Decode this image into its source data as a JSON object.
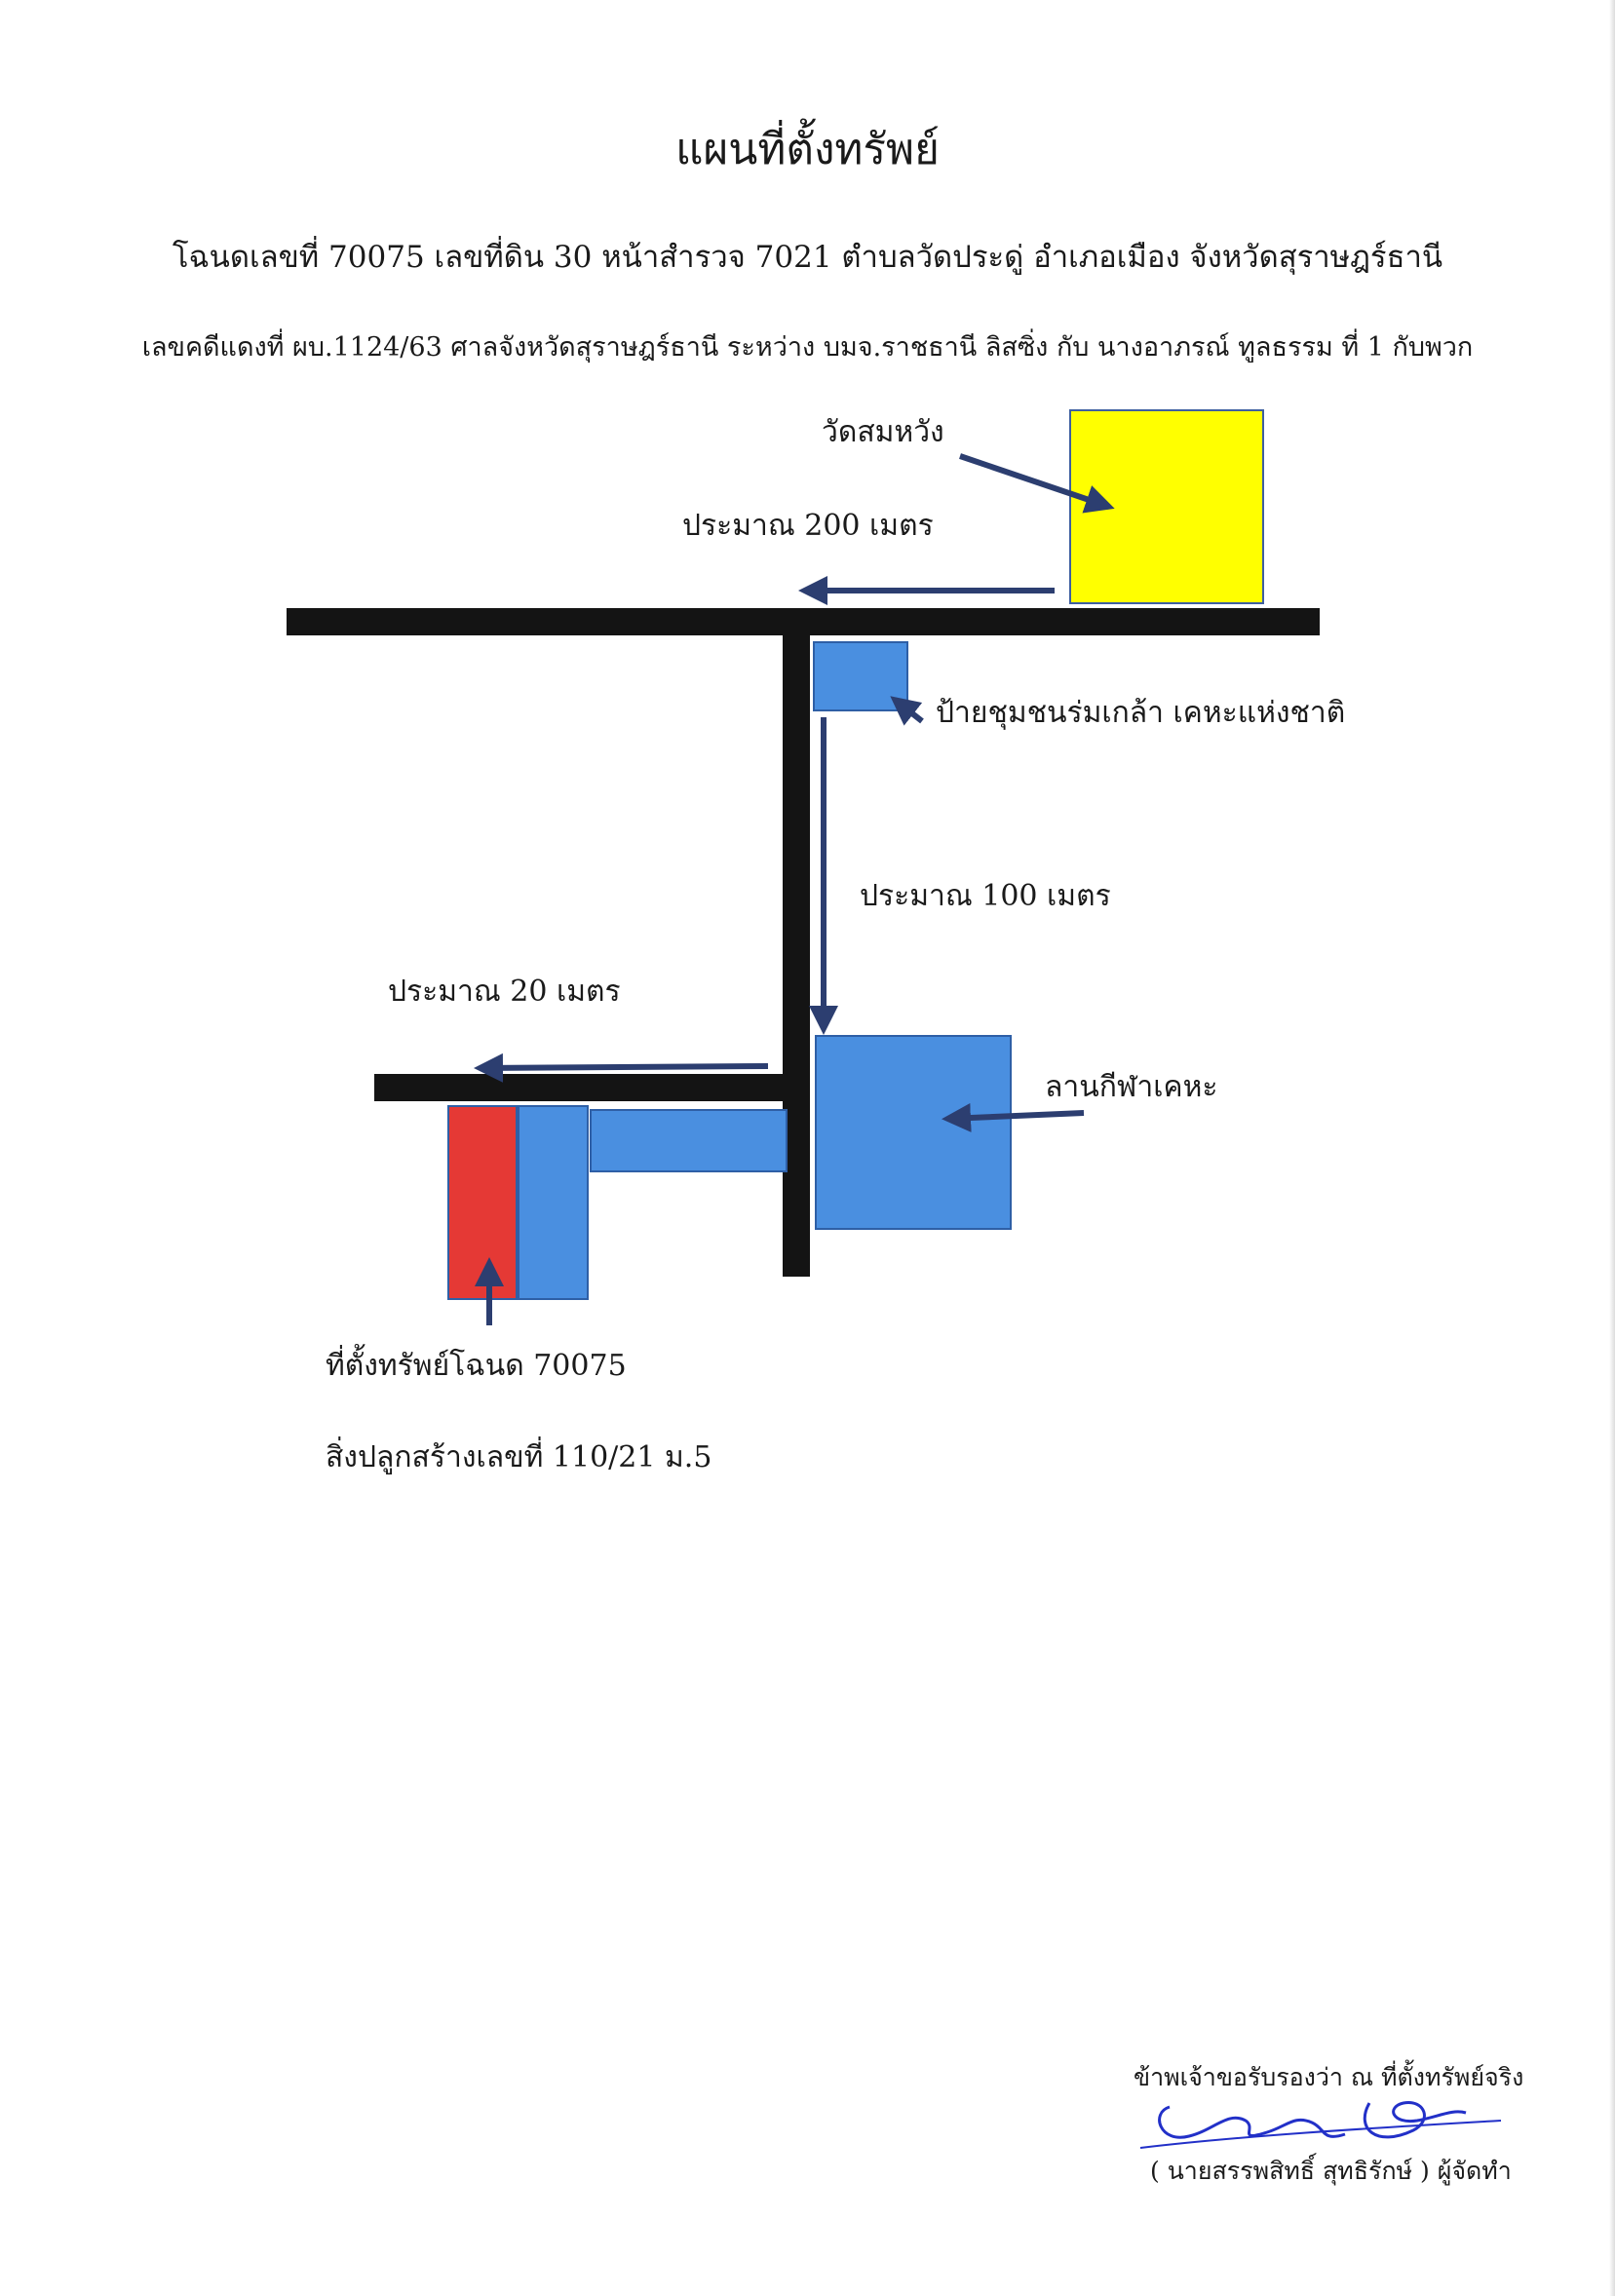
{
  "header": {
    "title": "แผนที่ตั้งทรัพย์",
    "deed_line": "โฉนดเลขที่ 70075 เลขที่ดิน 30 หน้าสำรวจ 7021 ตำบลวัดประดู่  อำเภอเมือง จังหวัดสุราษฎร์ธานี",
    "case_line": "เลขคดีแดงที่ ผบ.1124/63 ศาลจังหวัดสุราษฎร์ธานี ระหว่าง บมจ.ราชธานี ลิสซิ่ง กับ นางอาภรณ์ ทูลธรรม ที่ 1 กับพวก"
  },
  "map": {
    "landmarks": {
      "temple": "วัดสมหวัง",
      "community_sign": "ป้ายชุมชนร่มเกล้า เคหะแห่งชาติ",
      "sports_ground": "ลานกีฬาเคหะ"
    },
    "distances": {
      "main_road": "ประมาณ 200 เมตร",
      "side_road": "ประมาณ 100 เมตร",
      "lane": "ประมาณ 20 เมตร"
    },
    "property": {
      "location_label": "ที่ตั้งทรัพย์โฉนด 70075",
      "building_label": "สิ่งปลูกสร้างเลขที่ 110/21 ม.5"
    },
    "colors": {
      "road": "#141414",
      "temple": "#ffff00",
      "landmark": "#4a8fe0",
      "property": "#e53935",
      "arrow": "#2c3e70"
    }
  },
  "certification": {
    "statement": "ข้าพเจ้าขอรับรองว่า ณ ที่ตั้งทรัพย์จริง",
    "signer": "( นายสรรพสิทธิ์ สุทธิรักษ์ ) ผู้จัดทำ"
  }
}
